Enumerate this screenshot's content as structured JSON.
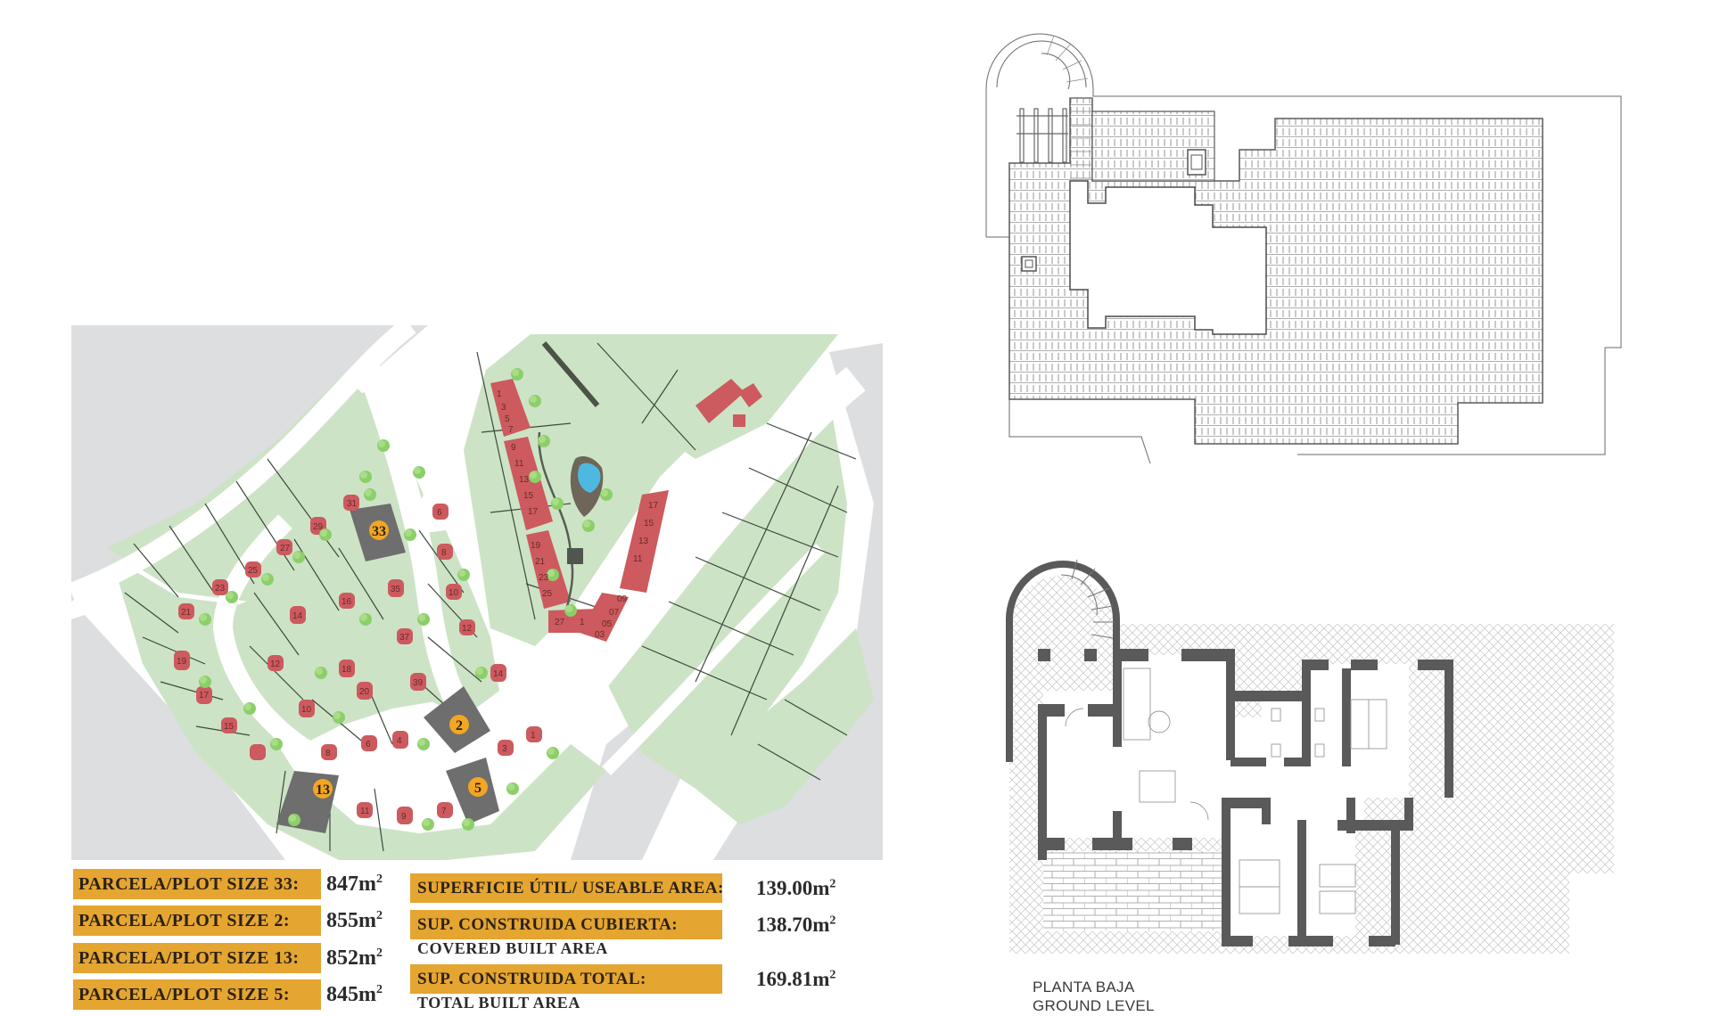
{
  "site_plan": {
    "colors": {
      "land_green": "#cde3c6",
      "road_white": "#ffffff",
      "surround_gray": "#dcdee0",
      "house_red": "#cc5a5e",
      "tree_green": "#8ccf6a",
      "highlight_lot_gray": "#6e6e6e",
      "badge_orange": "#f2a623",
      "pool_blue": "#4fb8e0"
    },
    "highlighted_plots": [
      {
        "number": "33"
      },
      {
        "number": "2"
      },
      {
        "number": "13"
      },
      {
        "number": "5"
      }
    ],
    "villa_lot_numbers": [
      "31",
      "29",
      "27",
      "25",
      "23",
      "21",
      "19",
      "17",
      "15",
      "11",
      "9",
      "7",
      "3",
      "1",
      "6",
      "8",
      "10",
      "12",
      "14",
      "35",
      "37",
      "39",
      "16",
      "14",
      "12",
      "18",
      "10",
      "20",
      "8",
      "6",
      "4"
    ],
    "apartment_block_numbers": [
      "1",
      "3",
      "5",
      "7",
      "9",
      "11",
      "13",
      "15",
      "17",
      "19",
      "21",
      "23",
      "25",
      "27",
      "1",
      "17",
      "15",
      "13",
      "11",
      "09",
      "07",
      "05",
      "03"
    ]
  },
  "plot_sizes": [
    {
      "label": "PARCELA/PLOT SIZE 33:",
      "value": "847m",
      "unit_sup": "2"
    },
    {
      "label": "PARCELA/PLOT SIZE 2:",
      "value": "855m",
      "unit_sup": "2"
    },
    {
      "label": "PARCELA/PLOT SIZE 13:",
      "value": "852m",
      "unit_sup": "2"
    },
    {
      "label": "PARCELA/PLOT SIZE 5:",
      "value": "845m",
      "unit_sup": "2"
    }
  ],
  "areas": [
    {
      "label": "SUPERFICIE ÚTIL/ USEABLE AREA:",
      "sub": "",
      "value": "139.00m",
      "unit_sup": "2"
    },
    {
      "label": "SUP. CONSTRUIDA CUBIERTA:",
      "sub": "COVERED BUILT AREA",
      "value": "138.70m",
      "unit_sup": "2"
    },
    {
      "label": "SUP. CONSTRUIDA TOTAL:",
      "sub": "TOTAL BUILT AREA",
      "value": "169.81m",
      "unit_sup": "2"
    }
  ],
  "floor_plans": {
    "roof": {
      "caption": ""
    },
    "ground": {
      "caption_line1": "PLANTA BAJA",
      "caption_line2": "GROUND LEVEL"
    }
  }
}
